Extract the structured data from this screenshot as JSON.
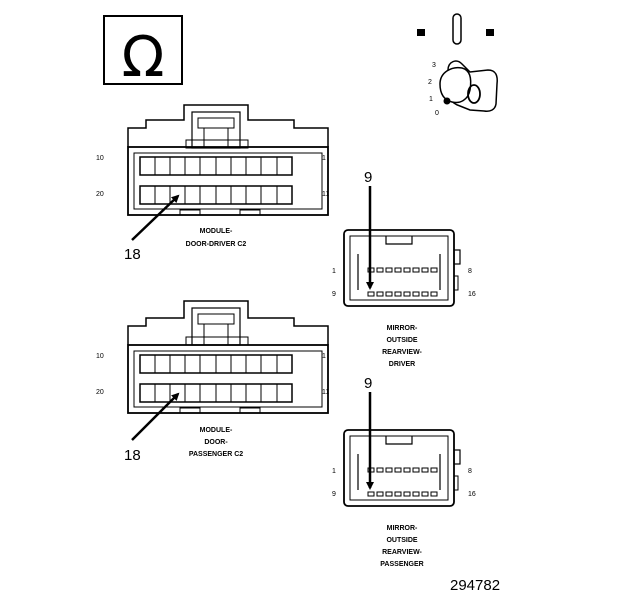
{
  "symbols": {
    "ohm_icon": "ohm-meter-symbol",
    "ohm_glyph": "Ω",
    "key_icon": "ignition-key-icon",
    "key_positions": [
      "0",
      "1",
      "2",
      "3"
    ]
  },
  "driver_module": {
    "title_lines": [
      "MODULE-",
      "DOOR-DRIVER C2"
    ],
    "pin_top_left": "10",
    "pin_bottom_left": "20",
    "pin_top_right": "1",
    "pin_bottom_right": "11",
    "callout": "18"
  },
  "passenger_module": {
    "title_lines": [
      "MODULE-",
      "DOOR-",
      "PASSENGER C2"
    ],
    "pin_top_left": "10",
    "pin_bottom_left": "20",
    "pin_top_right": "1",
    "pin_bottom_right": "11",
    "callout": "18"
  },
  "driver_mirror": {
    "title_lines": [
      "MIRROR-",
      "OUTSIDE",
      "REARVIEW-",
      "DRIVER"
    ],
    "pin_top_left": "1",
    "pin_bottom_left": "9",
    "pin_top_right": "8",
    "pin_bottom_right": "16",
    "callout": "9"
  },
  "passenger_mirror": {
    "title_lines": [
      "MIRROR-",
      "OUTSIDE",
      "REARVIEW-",
      "PASSENGER"
    ],
    "pin_top_left": "1",
    "pin_bottom_left": "9",
    "pin_top_right": "8",
    "pin_bottom_right": "16",
    "callout": "9"
  },
  "figure_number": "294782"
}
